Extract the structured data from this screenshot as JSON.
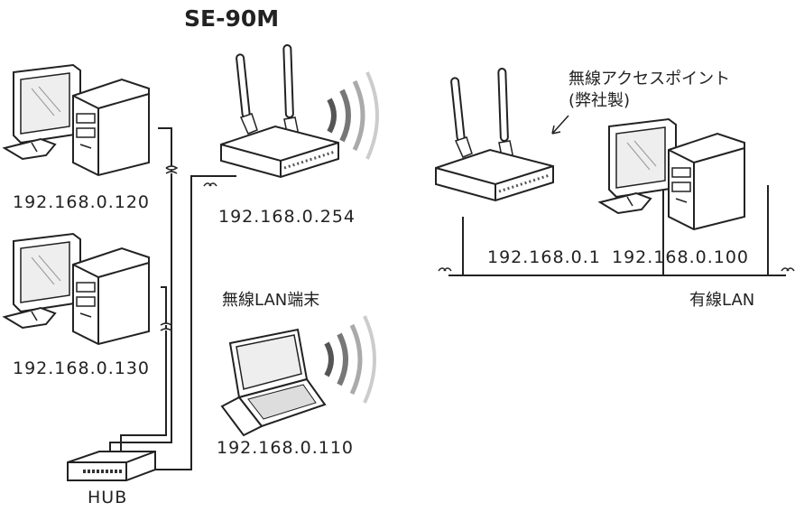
{
  "device_title": "SE-90M",
  "labels": {
    "pc1_ip": "192.168.0.120",
    "pc2_ip": "192.168.0.130",
    "se90m_ip": "192.168.0.254",
    "wireless_terminal": "無線LAN端末",
    "laptop_ip": "192.168.0.110",
    "hub": "HUB",
    "access_point_line1": "無線アクセスポイント",
    "access_point_line2": "(弊社製)",
    "ap_ip": "192.168.0.1",
    "pc3_ip": "192.168.0.100",
    "wired_lan": "有線LAN"
  },
  "colors": {
    "line": "#222222",
    "device_fill": "#ffffff",
    "screen_fill": "#eeeeee",
    "wave_dark": "#555555",
    "wave_light": "#cccccc"
  },
  "icons": [
    "desktop-pc-icon",
    "wireless-router-icon",
    "laptop-icon",
    "hub-icon",
    "radio-wave-icon",
    "access-point-icon"
  ]
}
